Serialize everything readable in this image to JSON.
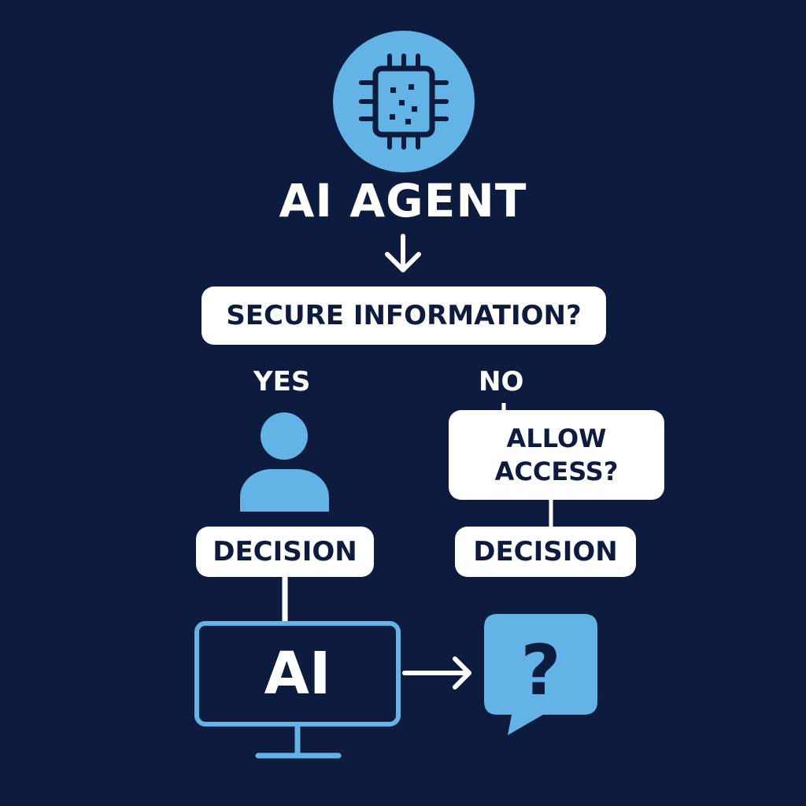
{
  "diagram": {
    "title": "AI AGENT",
    "question": "SECURE INFORMATION?",
    "branches": {
      "yes_label": "YES",
      "no_label": "NO"
    },
    "allow_access": {
      "line1": "ALLOW",
      "line2": "ACCESS?"
    },
    "decision_left": "DECISION",
    "decision_right": "DECISION",
    "monitor_text": "AI",
    "speech_bubble_text": "?"
  },
  "colors": {
    "background": "#0d1b3f",
    "accent": "#63b3e6",
    "box": "#ffffff",
    "text_dark": "#0d1b3f"
  },
  "icons": [
    "chip-icon",
    "arrow-down-icon",
    "person-icon",
    "monitor-icon",
    "arrow-right-icon",
    "speech-bubble-icon"
  ]
}
